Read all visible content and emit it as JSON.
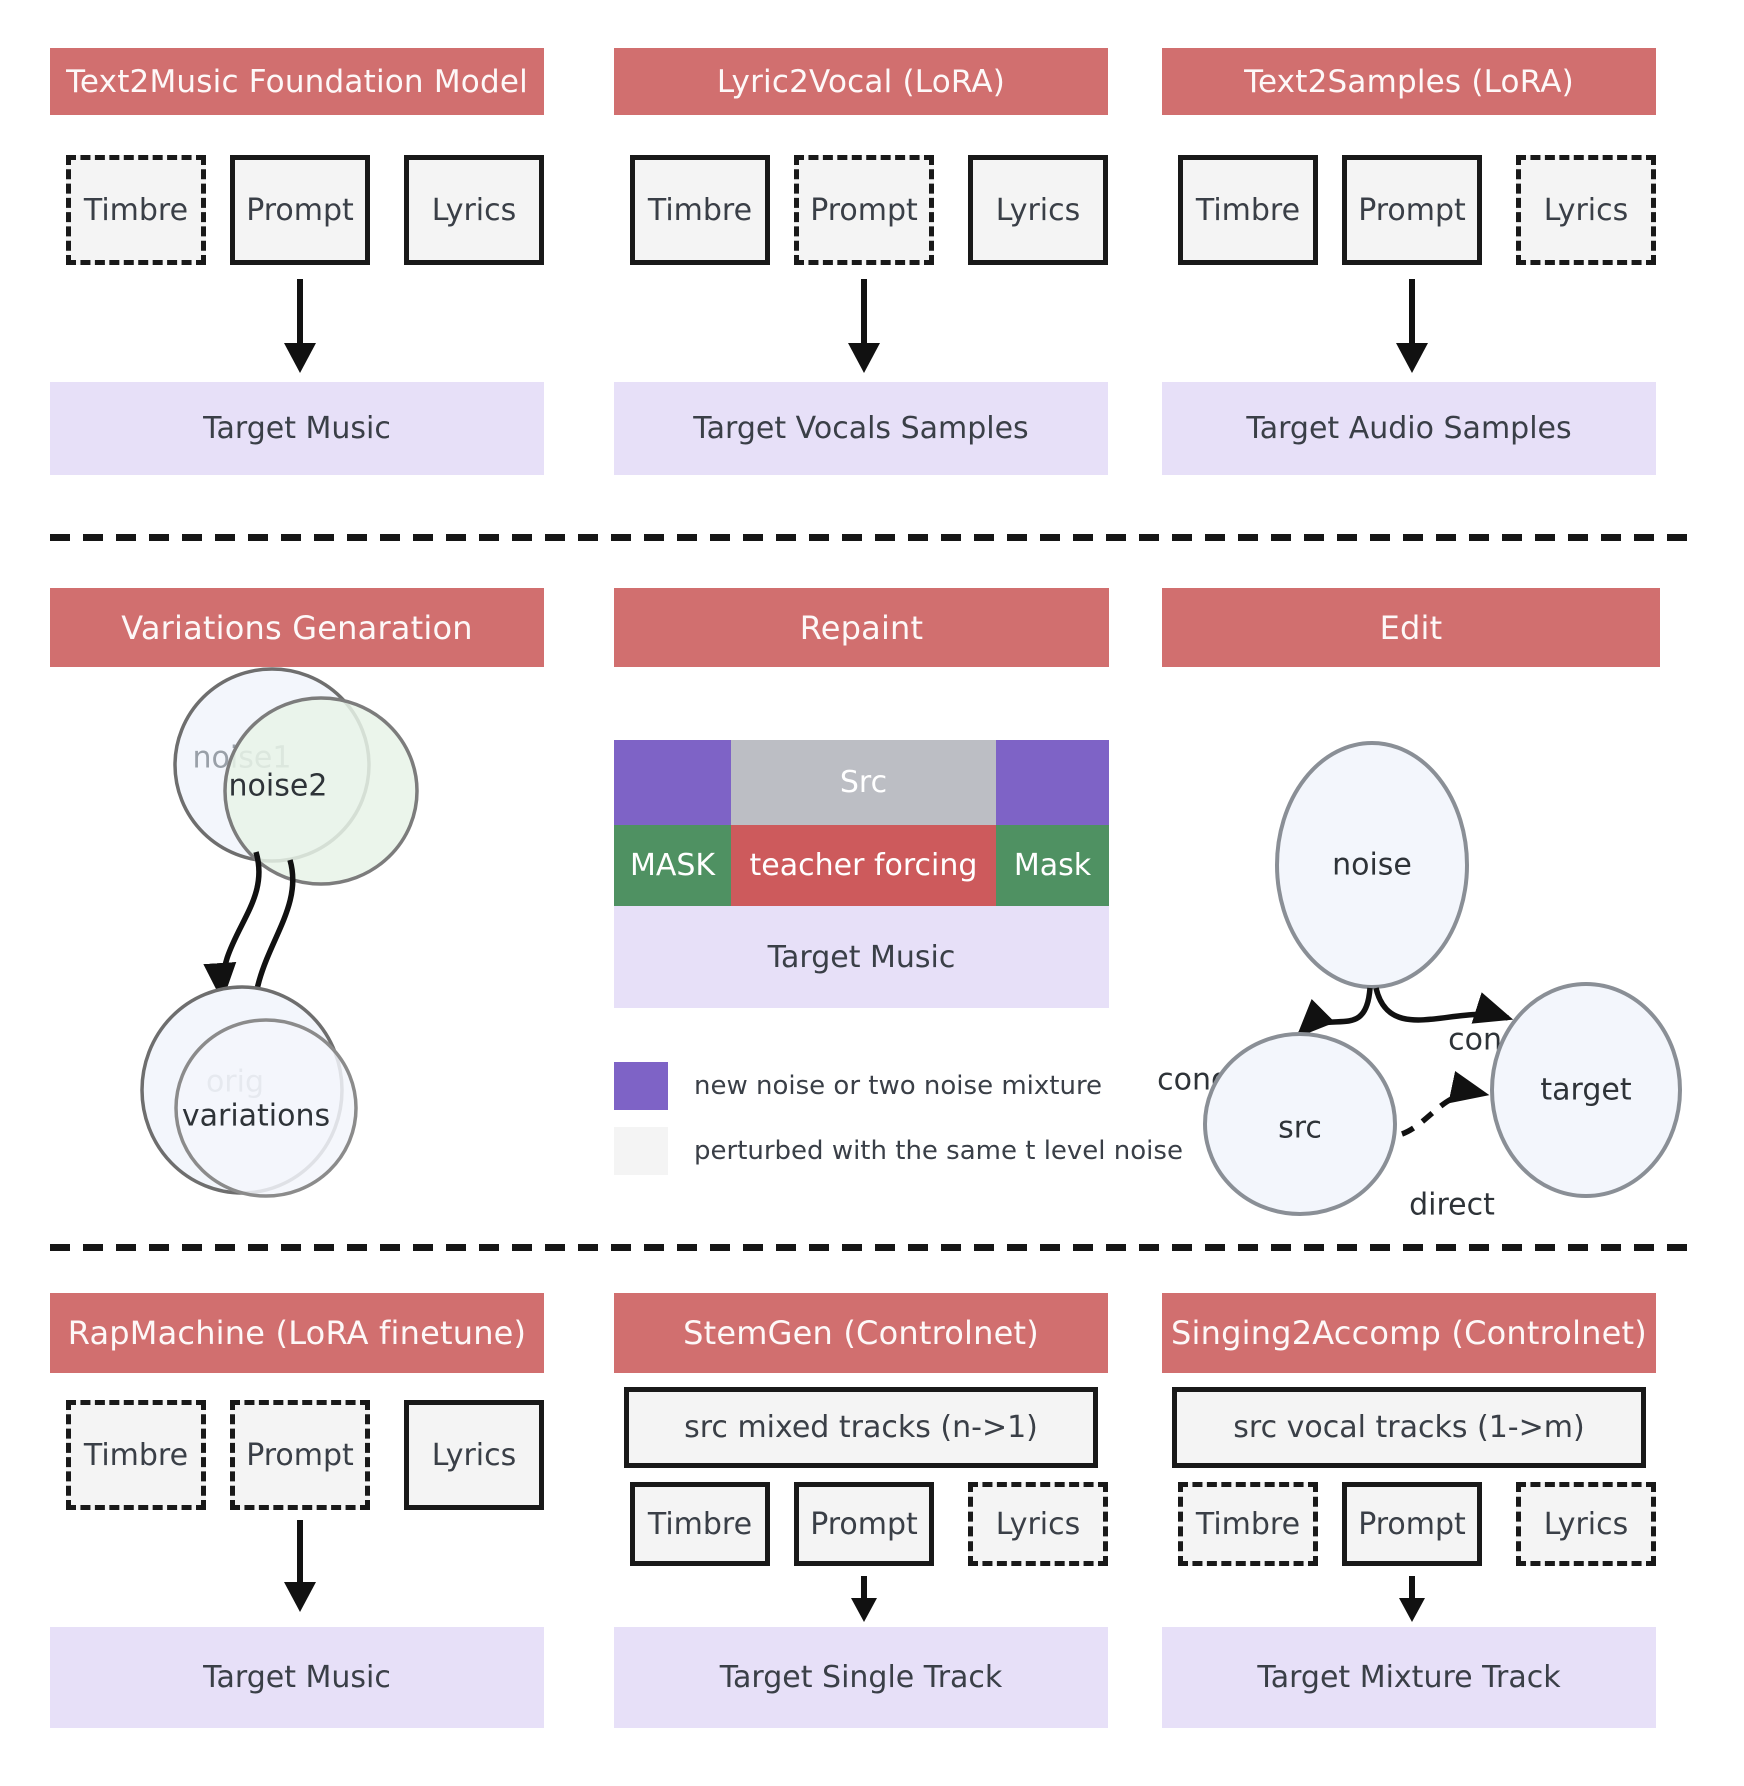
{
  "colors": {
    "header_red": "#d16f6f",
    "teacher_red": "#cd5a5c",
    "purple": "#7e63c6",
    "green": "#4f9162",
    "gray_src": "#bcbec4",
    "lavender": "#e7e0f8",
    "box_fill": "#f4f4f4"
  },
  "row1": {
    "text2music": {
      "title": "Text2Music Foundation Model",
      "timbre": "Timbre",
      "prompt": "Prompt",
      "lyrics": "Lyrics",
      "target": "Target Music"
    },
    "lyric2vocal": {
      "title": "Lyric2Vocal (LoRA)",
      "timbre": "Timbre",
      "prompt": "Prompt",
      "lyrics": "Lyrics",
      "target": "Target Vocals Samples"
    },
    "text2samples": {
      "title": "Text2Samples (LoRA)",
      "timbre": "Timbre",
      "prompt": "Prompt",
      "lyrics": "Lyrics",
      "target": "Target Audio Samples"
    }
  },
  "row2": {
    "variations": {
      "title": "Variations Genaration",
      "noise1": "noise1",
      "noise2": "noise2",
      "orig": "orig",
      "variations_label": "variations"
    },
    "repaint": {
      "title": "Repaint",
      "src": "Src",
      "mask_left": "MASK",
      "teacher_forcing": "teacher forcing",
      "mask_right": "Mask",
      "target": "Target Music",
      "legend_new_noise": "new noise or two noise mixture",
      "legend_perturbed": "perturbed with the same t level noise"
    },
    "edit": {
      "title": "Edit",
      "noise": "noise",
      "src": "src",
      "target": "target",
      "condition1": "condition1",
      "condition2": "condition2",
      "direct": "direct"
    }
  },
  "row3": {
    "rapmachine": {
      "title": "RapMachine (LoRA finetune)",
      "timbre": "Timbre",
      "prompt": "Prompt",
      "lyrics": "Lyrics",
      "target": "Target Music"
    },
    "stemgen": {
      "title": "StemGen (Controlnet)",
      "src_tracks": "src mixed tracks (n->1)",
      "timbre": "Timbre",
      "prompt": "Prompt",
      "lyrics": "Lyrics",
      "target": "Target Single Track"
    },
    "singing2accomp": {
      "title": "Singing2Accomp (Controlnet)",
      "src_tracks": "src vocal tracks (1->m)",
      "timbre": "Timbre",
      "prompt": "Prompt",
      "lyrics": "Lyrics",
      "target": "Target Mixture Track"
    }
  }
}
